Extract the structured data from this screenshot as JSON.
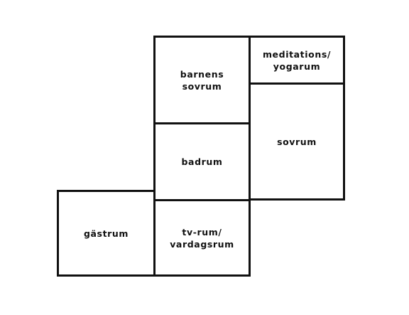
{
  "rooms": {
    "barnens_sovrum": "barnens\nsovrum",
    "meditation_yoga": "meditations/\nyogarum",
    "sovrum": "sovrum",
    "badrum": "badrum",
    "tv_vardagsrum": "tv-rum/\nvardagsrum",
    "gastrum": "gästrum"
  },
  "colors": {
    "wall": "#111111",
    "background": "#ffffff"
  }
}
